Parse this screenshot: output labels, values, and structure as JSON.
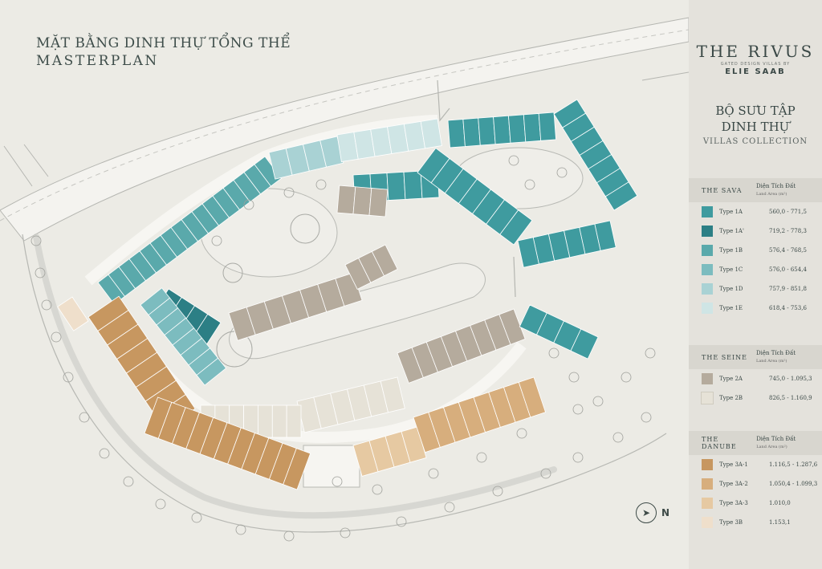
{
  "title": {
    "vietnamese": "MẶT BẰNG DINH THỰ TỔNG THỂ",
    "english": "MASTERPLAN"
  },
  "brand": {
    "logo": "THE RIVUS",
    "tagline": "GATED DESIGN VILLAS BY",
    "designer": "ELIE SAAB"
  },
  "collection": {
    "line1": "BỘ SƯU TẬP",
    "line2": "DINH THỰ",
    "line3": "VILLAS COLLECTION"
  },
  "compass": {
    "letter": "N",
    "icon": "north-arrow-icon"
  },
  "colors": {
    "background": "#ecebe5",
    "road": "#f6f5f1",
    "line": "#a9aaa5",
    "type_1a": "#3f9b9f",
    "type_1a_prime": "#2c7f85",
    "type_1b": "#5aa9ab",
    "type_1c": "#7cbcbf",
    "type_1d": "#a9d2d4",
    "type_1e": "#cfe5e5",
    "type_2a": "#b5ab9d",
    "type_2b": "#e6e2d7",
    "type_3a_1": "#c79760",
    "type_3a_2": "#d7ae7d",
    "type_3a_3": "#e6c9a2",
    "type_3b": "#efdfcb"
  },
  "legend": [
    {
      "group": "THE SAVA",
      "area_vn": "Diện Tích Đất",
      "area_en": "Land Area (m²)",
      "items": [
        {
          "name": "Type 1A",
          "range": "560,0 - 771,5",
          "color": "#3f9b9f"
        },
        {
          "name": "Type 1A'",
          "range": "719,2 - 778,3",
          "color": "#2c7f85"
        },
        {
          "name": "Type 1B",
          "range": "576,4 - 768,5",
          "color": "#5aa9ab"
        },
        {
          "name": "Type 1C",
          "range": "576,0 - 654,4",
          "color": "#7cbcbf"
        },
        {
          "name": "Type 1D",
          "range": "757,9 - 851,8",
          "color": "#a9d2d4"
        },
        {
          "name": "Type 1E",
          "range": "618,4 - 753,6",
          "color": "#cfe5e5"
        }
      ]
    },
    {
      "group": "THE SEINE",
      "area_vn": "Diện Tích Đất",
      "area_en": "Land Area (m²)",
      "items": [
        {
          "name": "Type 2A",
          "range": "745,0 - 1.095,3",
          "color": "#b5ab9d"
        },
        {
          "name": "Type 2B",
          "range": "826,5 - 1.160,9",
          "color": "#e6e2d7"
        }
      ]
    },
    {
      "group": "THE DANUBE",
      "area_vn": "Diện Tích Đất",
      "area_en": "Land Area (m²)",
      "items": [
        {
          "name": "Type 3A-1",
          "range": "1.116,5 - 1.287,6",
          "color": "#c79760"
        },
        {
          "name": "Type 3A-2",
          "range": "1.050,4 - 1.099,3",
          "color": "#d7ae7d"
        },
        {
          "name": "Type 3A-3",
          "range": "1.010,0",
          "color": "#e6c9a2"
        },
        {
          "name": "Type 3B",
          "range": "1.153,1",
          "color": "#efdfcb"
        }
      ]
    }
  ]
}
